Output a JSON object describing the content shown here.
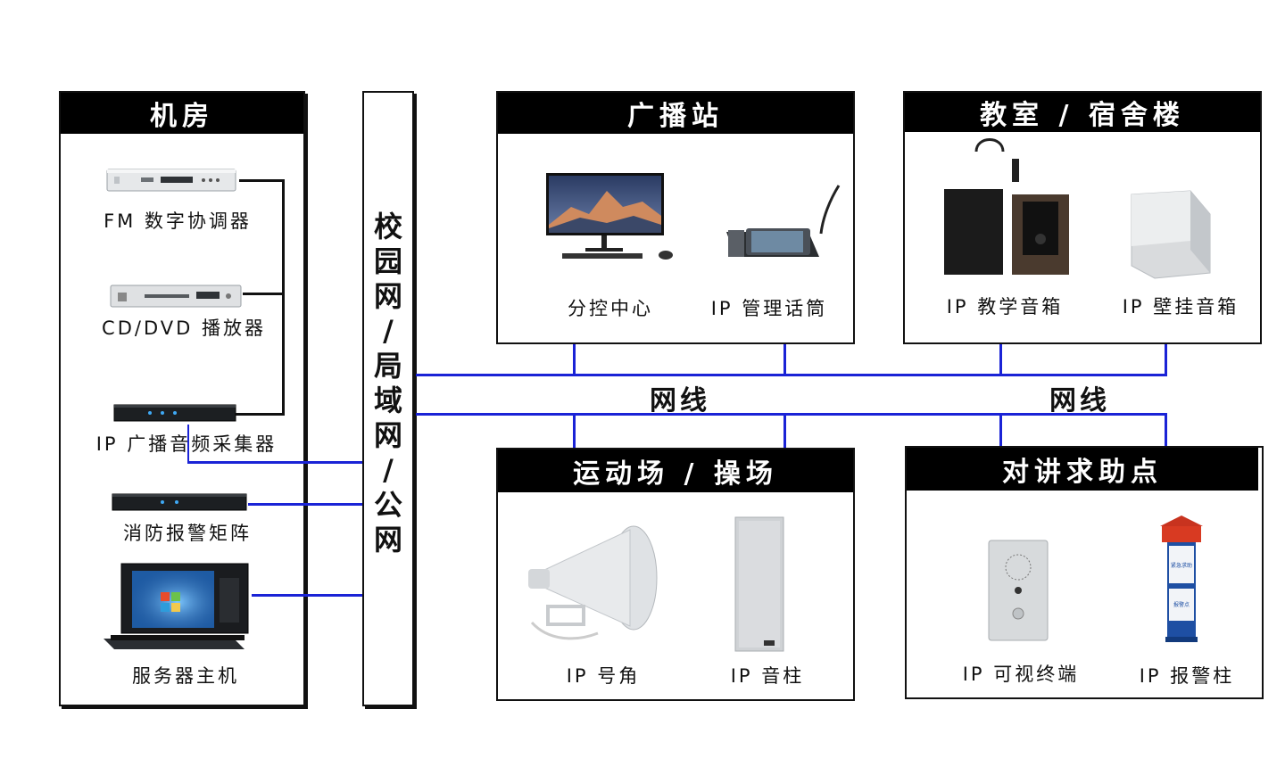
{
  "machine_room": {
    "title": "机房",
    "devices": [
      {
        "label": "FM 数字协调器",
        "icon": "fm-tuner-icon"
      },
      {
        "label": "CD/DVD 播放器",
        "icon": "cd-dvd-player-icon"
      },
      {
        "label": "IP 广播音频采集器",
        "icon": "audio-collector-icon"
      },
      {
        "label": "消防报警矩阵",
        "icon": "fire-alarm-matrix-icon"
      },
      {
        "label": "服务器主机",
        "icon": "server-host-icon"
      }
    ]
  },
  "network": {
    "vertical_label": [
      "校",
      "园",
      "网",
      "/",
      "局",
      "域",
      "网",
      "/",
      "公",
      "网"
    ],
    "cable_label_left": "网线",
    "cable_label_right": "网线"
  },
  "broadcast_station": {
    "title": "广播站",
    "items": [
      {
        "label": "分控中心",
        "icon": "monitor-icon"
      },
      {
        "label": "IP 管理话筒",
        "icon": "paging-microphone-icon"
      }
    ]
  },
  "classroom": {
    "title": "教室 / 宿舍楼",
    "items": [
      {
        "label": "IP 教学音箱",
        "icon": "teaching-speaker-icon"
      },
      {
        "label": "IP 壁挂音箱",
        "icon": "wall-speaker-icon"
      }
    ]
  },
  "playground": {
    "title": "运动场 / 操场",
    "items": [
      {
        "label": "IP 号角",
        "icon": "horn-speaker-icon"
      },
      {
        "label": "IP 音柱",
        "icon": "column-speaker-icon"
      }
    ]
  },
  "intercom": {
    "title": "对讲求助点",
    "items": [
      {
        "label": "IP 可视终端",
        "icon": "video-intercom-icon"
      },
      {
        "label": "IP 报警柱",
        "icon": "alarm-pillar-icon"
      }
    ],
    "pillar_text": [
      "紧急求助",
      "报警点"
    ]
  },
  "colors": {
    "network_line": "#1a23d6",
    "header_bg": "#000000"
  }
}
